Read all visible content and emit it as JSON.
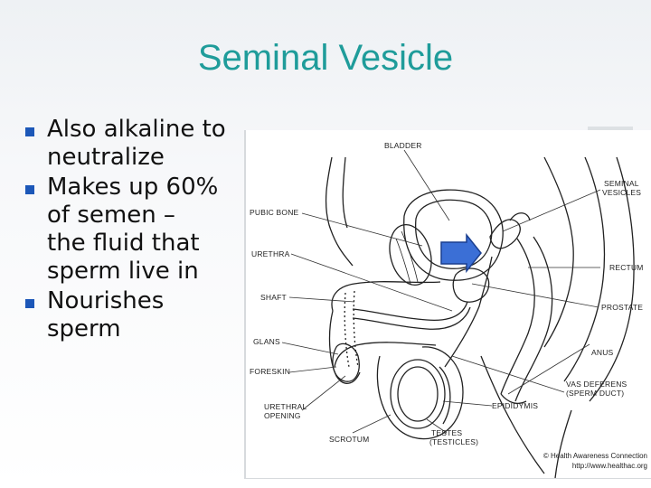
{
  "slide": {
    "title": "Seminal Vesicle",
    "bullets": [
      {
        "lines": [
          "Also alkaline to",
          "neutralize"
        ]
      },
      {
        "lines": [
          "Makes up 60%",
          "of semen –",
          "the fluid that",
          "sperm live in"
        ]
      },
      {
        "lines": [
          "Nourishes",
          "sperm"
        ]
      }
    ],
    "colors": {
      "title": "#1f9c9a",
      "bullet": "#1c57b8",
      "arrow": "#3b6fd6"
    }
  },
  "diagram": {
    "labels": {
      "bladder": "BLADDER",
      "seminal_vesicles_1": "SEMINAL",
      "seminal_vesicles_2": "VESICLES",
      "pubic_bone": "PUBIC BONE",
      "urethra": "URETHRA",
      "rectum": "RECTUM",
      "shaft": "SHAFT",
      "prostate": "PROSTATE",
      "glans": "GLANS",
      "anus": "ANUS",
      "foreskin": "FORESKIN",
      "vas_deferens_1": "VAS DEFERENS",
      "vas_deferens_2": "(SPERM DUCT)",
      "urethral_opening_1": "URETHRAL",
      "urethral_opening_2": "OPENING",
      "epididymis": "EPIDIDYMIS",
      "scrotum": "SCROTUM",
      "testes_1": "TESTES",
      "testes_2": "(TESTICLES)"
    },
    "copyright_1": "© Health Awareness Connection",
    "copyright_2": "http://www.healthac.org"
  }
}
